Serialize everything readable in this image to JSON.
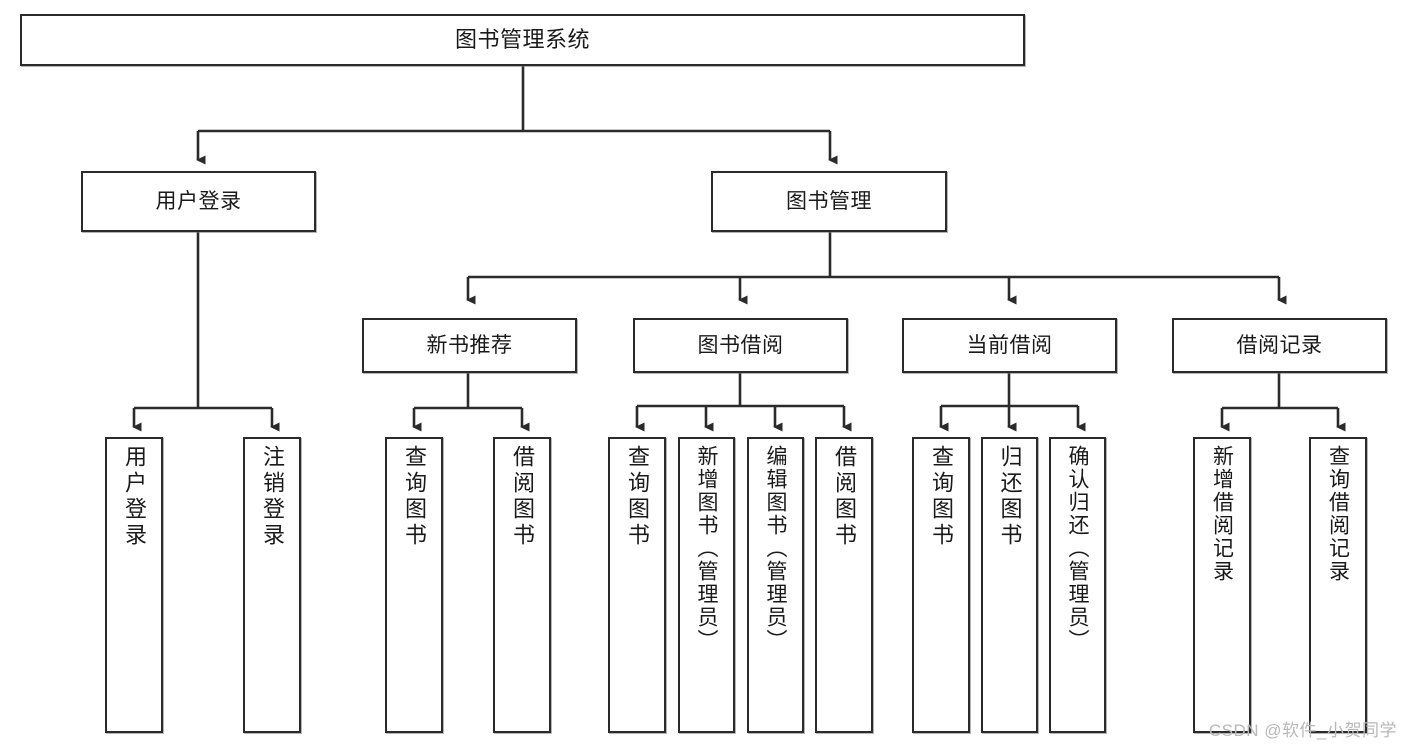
{
  "diagram": {
    "type": "tree",
    "title": "图书管理系统",
    "watermark": "CSDN @软件_小贺同学",
    "colors": {
      "stroke": "#2b2b2b",
      "fill": "#ffffff",
      "text": "#1a1a1a",
      "watermark": "#b8b8b8"
    },
    "nodes": {
      "root": {
        "label": "图书管理系统"
      },
      "level2": [
        {
          "id": "user-login",
          "label": "用户登录"
        },
        {
          "id": "book-manage",
          "label": "图书管理"
        }
      ],
      "level3": [
        {
          "id": "new-book-recommend",
          "label": "新书推荐"
        },
        {
          "id": "book-borrow",
          "label": "图书借阅"
        },
        {
          "id": "current-borrow",
          "label": "当前借阅"
        },
        {
          "id": "borrow-record",
          "label": "借阅记录"
        }
      ],
      "leaves": [
        {
          "id": "leaf-user-login",
          "label": "用户登录",
          "parent": "user-login"
        },
        {
          "id": "leaf-logout",
          "label": "注销登录",
          "parent": "user-login"
        },
        {
          "id": "leaf-query-book-1",
          "label": "查询图书",
          "parent": "new-book-recommend"
        },
        {
          "id": "leaf-borrow-book-1",
          "label": "借阅图书",
          "parent": "new-book-recommend"
        },
        {
          "id": "leaf-query-book-2",
          "label": "查询图书",
          "parent": "book-borrow"
        },
        {
          "id": "leaf-add-book",
          "label": "新增图书（管理员）",
          "parent": "book-borrow"
        },
        {
          "id": "leaf-edit-book",
          "label": "编辑图书（管理员）",
          "parent": "book-borrow"
        },
        {
          "id": "leaf-borrow-book-2",
          "label": "借阅图书",
          "parent": "book-borrow"
        },
        {
          "id": "leaf-query-book-3",
          "label": "查询图书",
          "parent": "current-borrow"
        },
        {
          "id": "leaf-return-book",
          "label": "归还图书",
          "parent": "current-borrow"
        },
        {
          "id": "leaf-confirm-return",
          "label": "确认归还（管理员）",
          "parent": "current-borrow"
        },
        {
          "id": "leaf-add-record",
          "label": "新增借阅记录",
          "parent": "borrow-record"
        },
        {
          "id": "leaf-query-record",
          "label": "查询借阅记录",
          "parent": "borrow-record"
        }
      ]
    }
  }
}
